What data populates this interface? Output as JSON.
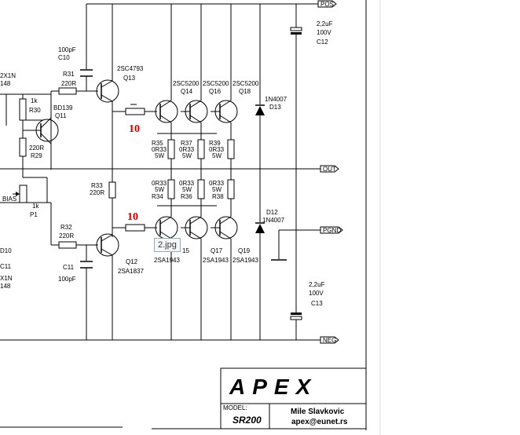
{
  "nets": {
    "pos": "POS",
    "out": "OUT",
    "pgnd": "PGND",
    "neg": "NEG"
  },
  "tooltip": "2.jpg",
  "emitter_labels": {
    "upper": "10",
    "lower": "10"
  },
  "parts": {
    "c10": {
      "val": "100pF",
      "ref": "C10"
    },
    "r31": {
      "ref": "R31",
      "val": "220R"
    },
    "q13": {
      "type": "2SC4793",
      "ref": "Q13"
    },
    "r30": {
      "val": "1k",
      "ref": "R30"
    },
    "q11": {
      "type": "BD139",
      "ref": "Q11"
    },
    "r29": {
      "val": "220R",
      "ref": "R29"
    },
    "bias": {
      "label": "BIAS",
      "val": "1k",
      "ref": "P1"
    },
    "r33": {
      "ref": "R33",
      "val": "220R"
    },
    "r32": {
      "ref": "R32",
      "val": "220R"
    },
    "c11": {
      "ref": "C11",
      "val": "100pF"
    },
    "q12": {
      "ref": "Q12",
      "type": "2SA1837"
    },
    "top_left": {
      "a": "2X1N",
      "b": "148"
    },
    "bottom_left": {
      "a": "D10",
      "b": "C11",
      "c": "X1N",
      "d": "148"
    },
    "q14": {
      "type": "2SC5200",
      "ref": "Q14"
    },
    "q16": {
      "type": "2SC5200",
      "ref": "Q16"
    },
    "q18": {
      "type": "2SC5200",
      "ref": "Q18"
    },
    "r35": {
      "ref": "R35",
      "val": "0R33",
      "pw": "5W"
    },
    "r37": {
      "ref": "R37",
      "val": "0R33",
      "pw": "5W"
    },
    "r39": {
      "ref": "R39",
      "val": "0R33",
      "pw": "5W"
    },
    "r34": {
      "val": "0R33",
      "pw": "5W",
      "ref": "R34"
    },
    "r36": {
      "val": "0R33",
      "pw": "5W",
      "ref": "R36"
    },
    "r38": {
      "val": "0R33",
      "pw": "5W",
      "ref": "R38"
    },
    "q15": {
      "ref": "15",
      "type": "2SA1943"
    },
    "q17": {
      "ref": "Q17",
      "type": "2SA1943"
    },
    "q19": {
      "ref": "Q19",
      "type": "2SA1943"
    },
    "d13": {
      "type": "1N4007",
      "ref": "D13"
    },
    "d12": {
      "ref": "D12",
      "type": "1N4007"
    },
    "c12": {
      "val": "2,2uF",
      "volt": "100V",
      "ref": "C12"
    },
    "c13": {
      "val": "2,2uF",
      "volt": "100V",
      "ref": "C13"
    }
  },
  "title_block": {
    "logo": "APEX",
    "model_label": "MODEL:",
    "model": "SR200",
    "author": "Mile Slavkovic",
    "email": "apex@eunet.rs"
  }
}
